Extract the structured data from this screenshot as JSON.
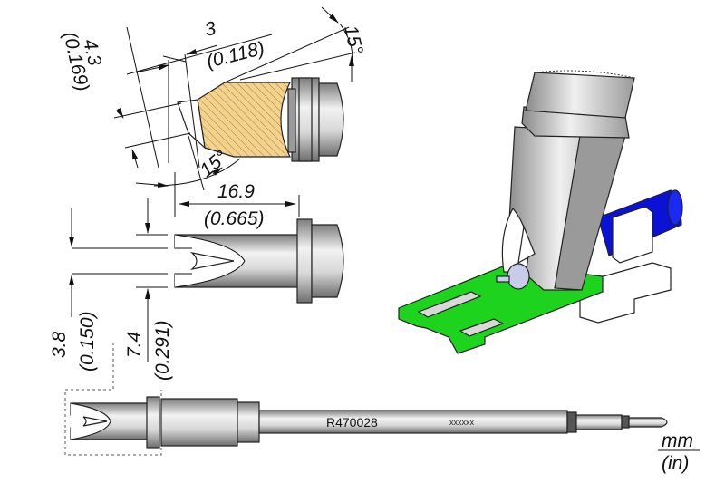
{
  "drawing": {
    "title": "Soldering tip cartridge technical drawing",
    "part_number": "R470028",
    "serial_placeholder": "xxxxxx",
    "units": {
      "primary": "mm",
      "secondary": "(in)"
    },
    "dimensions": {
      "tip_width": {
        "mm": "4.3",
        "in": "(0.169)"
      },
      "bevel_length": {
        "mm": "3",
        "in": "(0.118)"
      },
      "top_angle": {
        "value": "15°"
      },
      "bottom_angle": {
        "value": "15°"
      },
      "tip_length": {
        "mm": "16.9",
        "in": "(0.665)"
      },
      "slot_width": {
        "mm": "3.8",
        "in": "(0.150)"
      },
      "outer_width": {
        "mm": "7.4",
        "in": "(0.291)"
      }
    },
    "colors": {
      "section_fill": "#f3d28e",
      "metal_light": "#e6e6e6",
      "metal_dark": "#8a8a8a",
      "pcb_green": "#1ed31e",
      "cable_blue": "#0a12d8",
      "outline": "#222222"
    }
  }
}
